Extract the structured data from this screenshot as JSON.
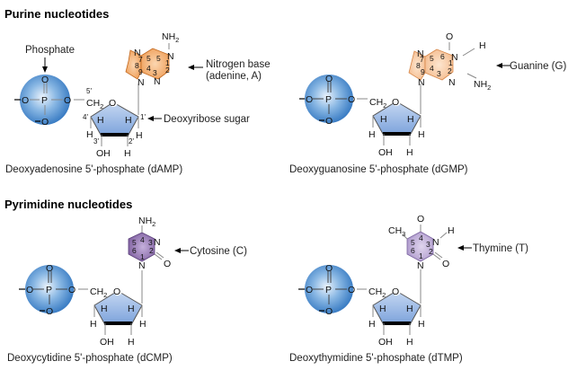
{
  "headings": {
    "purine": "Purine nucleotides",
    "pyrimidine": "Pyrimidine nucleotides"
  },
  "colors": {
    "phosphate_sphere": "#3f86cc",
    "sugar_ring": "#8fb4e6",
    "purine_ring": "#f0a060",
    "pyrimidine_c": "#8a6aa8",
    "pyrimidine_t": "#b4a0cc"
  },
  "common": {
    "phosphate_P": "P",
    "O": "O",
    "CH2": "CH",
    "sub2": "2",
    "sub3": "3",
    "H": "H",
    "OH": "OH",
    "N": "N",
    "NH2": "NH",
    "CH3": "CH"
  },
  "annotations": {
    "phosphate": "Phosphate",
    "nitrogen_base_line1": "Nitrogen base",
    "nitrogen_base_line2": "(adenine, A)",
    "deoxyribose_sugar": "Deoxyribose sugar",
    "guanine": "Guanine (G)",
    "cytosine": "Cytosine (C)",
    "thymine": "Thymine (T)"
  },
  "primes": {
    "p1": "1'",
    "p2": "2'",
    "p3": "3'",
    "p4": "4'",
    "p5": "5'"
  },
  "ring_numbers": [
    "1",
    "2",
    "3",
    "4",
    "5",
    "6",
    "7",
    "8",
    "9"
  ],
  "molecules": [
    {
      "id": "dAMP",
      "caption": "Deoxyadenosine 5'-phosphate (dAMP)",
      "base": "adenine"
    },
    {
      "id": "dGMP",
      "caption": "Deoxyguanosine 5'-phosphate (dGMP)",
      "base": "guanine"
    },
    {
      "id": "dCMP",
      "caption": "Deoxycytidine 5'-phosphate (dCMP)",
      "base": "cytosine"
    },
    {
      "id": "dTMP",
      "caption": "Deoxythymidine 5'-phosphate (dTMP)",
      "base": "thymine"
    }
  ]
}
